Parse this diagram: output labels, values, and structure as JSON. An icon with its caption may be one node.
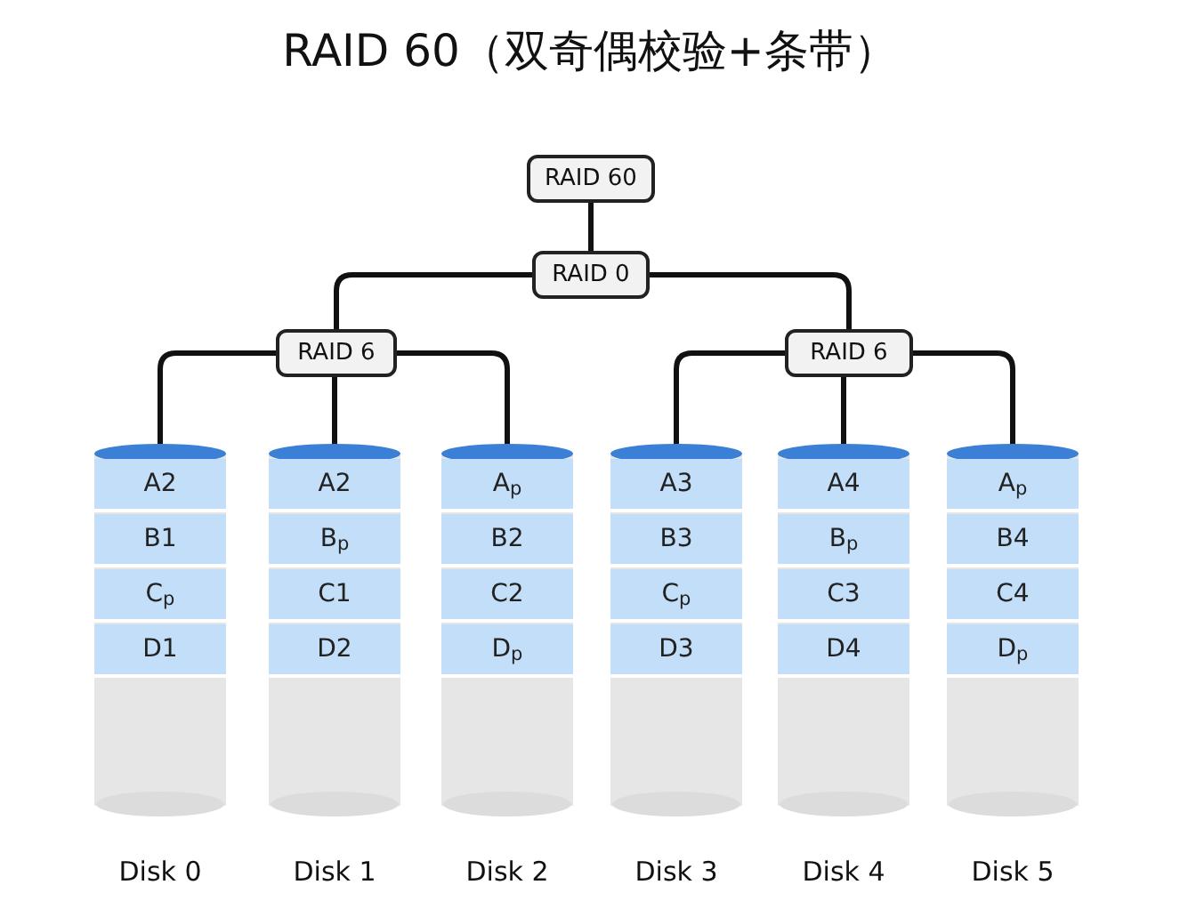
{
  "diagram": {
    "title": "RAID 60（双奇偶校验+条带）",
    "nodes": [
      {
        "text": [
          "RAID 60"
        ]
      },
      {
        "text": [
          "RAID 0"
        ]
      },
      {
        "text": [
          "RAID 6"
        ]
      },
      {
        "text": [
          "RAID 6"
        ]
      },
      {
        "text": [],
        "shape": "cylinder",
        "beside": [
          "Disk 0"
        ]
      },
      {
        "text": [
          "A2"
        ],
        "in": 4
      },
      {
        "text": [
          "B1"
        ],
        "in": 4
      },
      {
        "text": [
          "C$_{p}$"
        ],
        "in": 4
      },
      {
        "text": [
          "D1"
        ],
        "in": 4
      },
      {
        "text": [],
        "shape": "cylinder",
        "beside": [
          "Disk 1"
        ]
      },
      {
        "text": [
          "A2"
        ],
        "in": 9
      },
      {
        "text": [
          "B$_{p}$"
        ],
        "in": 9
      },
      {
        "text": [
          "C1"
        ],
        "in": 9
      },
      {
        "text": [
          "D2"
        ],
        "in": 9
      },
      {
        "text": [],
        "shape": "cylinder",
        "beside": [
          "Disk 2"
        ]
      },
      {
        "text": [
          "A$_{p}$"
        ],
        "in": 14
      },
      {
        "text": [
          "B2"
        ],
        "in": 14
      },
      {
        "text": [
          "C2"
        ],
        "in": 14
      },
      {
        "text": [
          "D$_{p}$"
        ],
        "in": 14
      },
      {
        "text": [],
        "shape": "cylinder",
        "beside": [
          "Disk 3"
        ]
      },
      {
        "text": [
          "A3"
        ],
        "in": 19
      },
      {
        "text": [
          "B3"
        ],
        "in": 19
      },
      {
        "text": [
          "C$_{p}$"
        ],
        "in": 19
      },
      {
        "text": [
          "D3"
        ],
        "in": 19
      },
      {
        "text": [],
        "shape": "cylinder",
        "beside": [
          "Disk 4"
        ]
      },
      {
        "text": [
          "A4"
        ],
        "in": 24
      },
      {
        "text": [
          "B$_{p}$"
        ],
        "in": 24
      },
      {
        "text": [
          "C3"
        ],
        "in": 24
      },
      {
        "text": [
          "D4"
        ],
        "in": 24
      },
      {
        "text": [],
        "shape": "cylinder",
        "beside": [
          "Disk 5"
        ]
      },
      {
        "text": [
          "A$_{p}$"
        ],
        "in": 29
      },
      {
        "text": [
          "B4"
        ],
        "in": 29
      },
      {
        "text": [
          "C4"
        ],
        "in": 29
      },
      {
        "text": [
          "D$_{p}$"
        ],
        "in": 29
      }
    ],
    "edges": [
      {
        "from": 0,
        "to": 1,
        "arrow": "none"
      },
      {
        "from": 1,
        "to": 2,
        "arrow": "none"
      },
      {
        "from": 1,
        "to": 3,
        "arrow": "none"
      },
      {
        "from": 2,
        "to": 4,
        "arrow": "none"
      },
      {
        "from": 2,
        "to": 9,
        "arrow": "none"
      },
      {
        "from": 2,
        "to": 14,
        "arrow": "none"
      },
      {
        "from": 3,
        "to": 19,
        "arrow": "none"
      },
      {
        "from": 3,
        "to": 24,
        "arrow": "none"
      },
      {
        "from": 3,
        "to": 29,
        "arrow": "none"
      }
    ]
  }
}
